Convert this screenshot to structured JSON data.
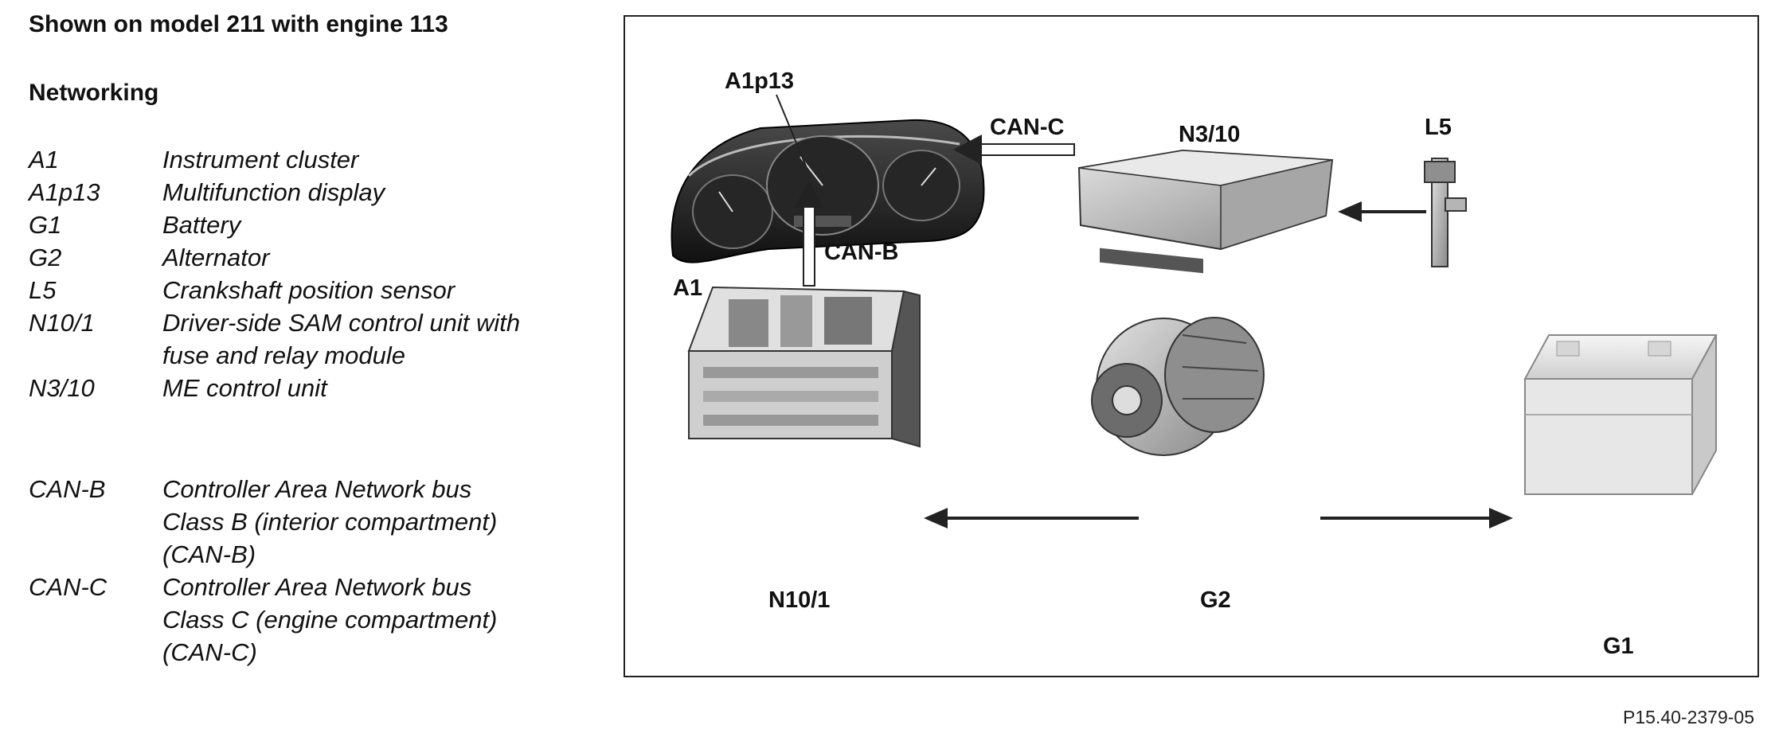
{
  "header": {
    "model_line": "Shown on model 211 with engine 113",
    "section": "Networking"
  },
  "legend": {
    "components": [
      {
        "code": "A1",
        "desc": "Instrument cluster"
      },
      {
        "code": "A1p13",
        "desc": "Multifunction display"
      },
      {
        "code": "G1",
        "desc": "Battery"
      },
      {
        "code": "G2",
        "desc": "Alternator"
      },
      {
        "code": "L5",
        "desc": "Crankshaft position sensor"
      },
      {
        "code": "N10/1",
        "desc": "Driver-side SAM control unit with",
        "desc2": "fuse and relay module"
      },
      {
        "code": "N3/10",
        "desc": "ME control unit"
      }
    ],
    "buses": [
      {
        "code": "CAN-B",
        "lines": [
          "Controller Area Network bus",
          "Class B (interior compartment)",
          "(CAN-B)"
        ]
      },
      {
        "code": "CAN-C",
        "lines": [
          "Controller Area Network bus",
          "Class C (engine compartment)",
          "(CAN-C)"
        ]
      }
    ]
  },
  "diagram": {
    "labels": {
      "a1p13": "A1p13",
      "a1": "A1",
      "n3_10": "N3/10",
      "l5": "L5",
      "n10_1": "N10/1",
      "g2": "G2",
      "g1": "G1",
      "can_c": "CAN-C",
      "can_b": "CAN-B"
    }
  },
  "figure_ref": "P15.40-2379-05"
}
